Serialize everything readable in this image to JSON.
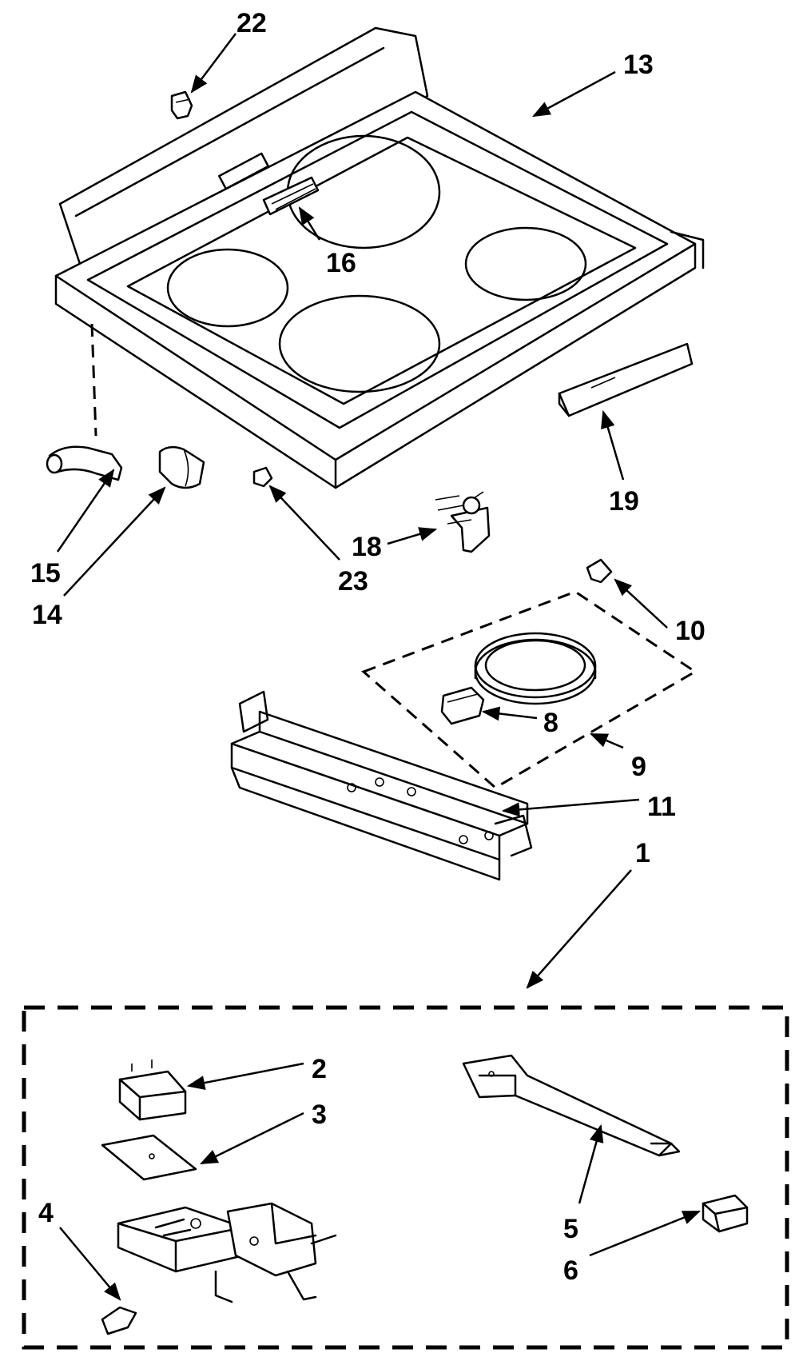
{
  "diagram": {
    "labels": {
      "l22": "22",
      "l13": "13",
      "l16": "16",
      "l19": "19",
      "l15": "15",
      "l14": "14",
      "l23": "23",
      "l18": "18",
      "l10": "10",
      "l8": "8",
      "l9": "9",
      "l11": "11",
      "l1": "1",
      "l2": "2",
      "l3": "3",
      "l4": "4",
      "l5": "5",
      "l6": "6"
    }
  }
}
